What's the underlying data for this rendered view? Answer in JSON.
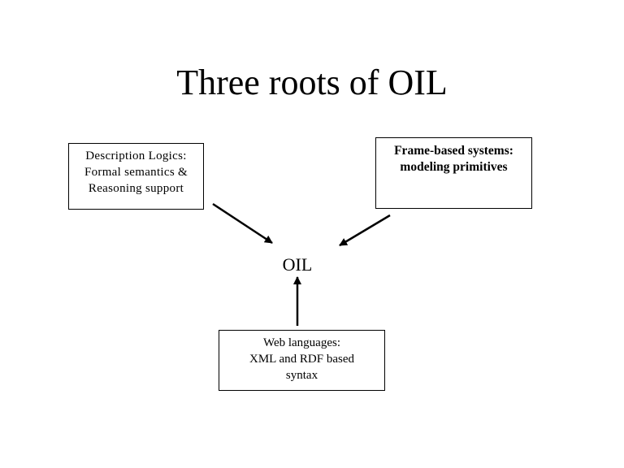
{
  "title": "Three roots of OIL",
  "center": {
    "label": "OIL"
  },
  "boxes": {
    "description_logics": {
      "lines": [
        "Description Logics:",
        "Formal semantics &",
        "Reasoning support"
      ]
    },
    "frame_based": {
      "lines": [
        "Frame-based systems:",
        "modeling primitives"
      ]
    },
    "web_languages": {
      "lines": [
        "Web languages:",
        "XML and RDF based",
        "syntax"
      ]
    }
  },
  "colors": {
    "background": "#ffffff",
    "ink": "#000000"
  }
}
